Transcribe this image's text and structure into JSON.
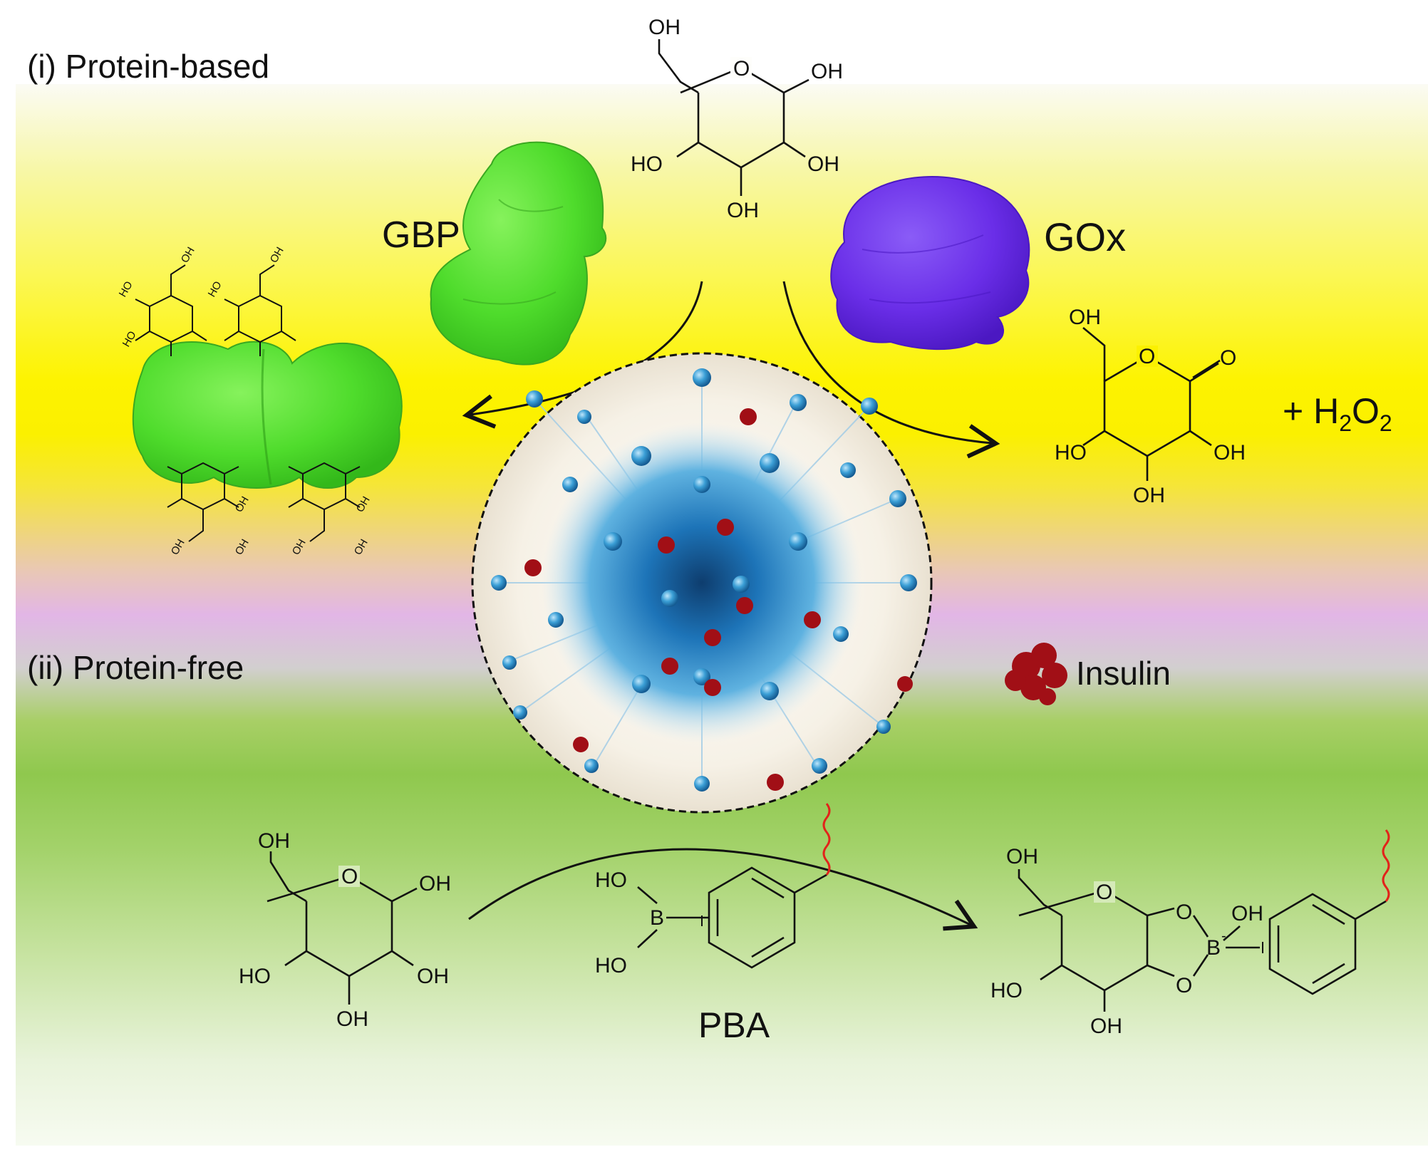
{
  "sections": {
    "protein_based": "(i) Protein-based",
    "protein_free": "(ii) Protein-free"
  },
  "labels": {
    "gbp": "GBP",
    "gox": "GOx",
    "insulin": "Insulin",
    "pba": "PBA",
    "h2o2_prefix": "+ H",
    "h2o2_sub1": "2",
    "h2o2_o": "O",
    "h2o2_sub2": "2",
    "boron": "B",
    "boron_charge": "-"
  },
  "atoms": {
    "OH": "OH",
    "HO": "HO",
    "O": "O",
    "B": "B"
  },
  "colors": {
    "gbp_green": "#4fdc2c",
    "gox_purple": "#6a2ee8",
    "insulin_red": "#a10f16",
    "nanoparticle_blue": "#1d74b8",
    "wavy_linker": "#e2231a"
  }
}
